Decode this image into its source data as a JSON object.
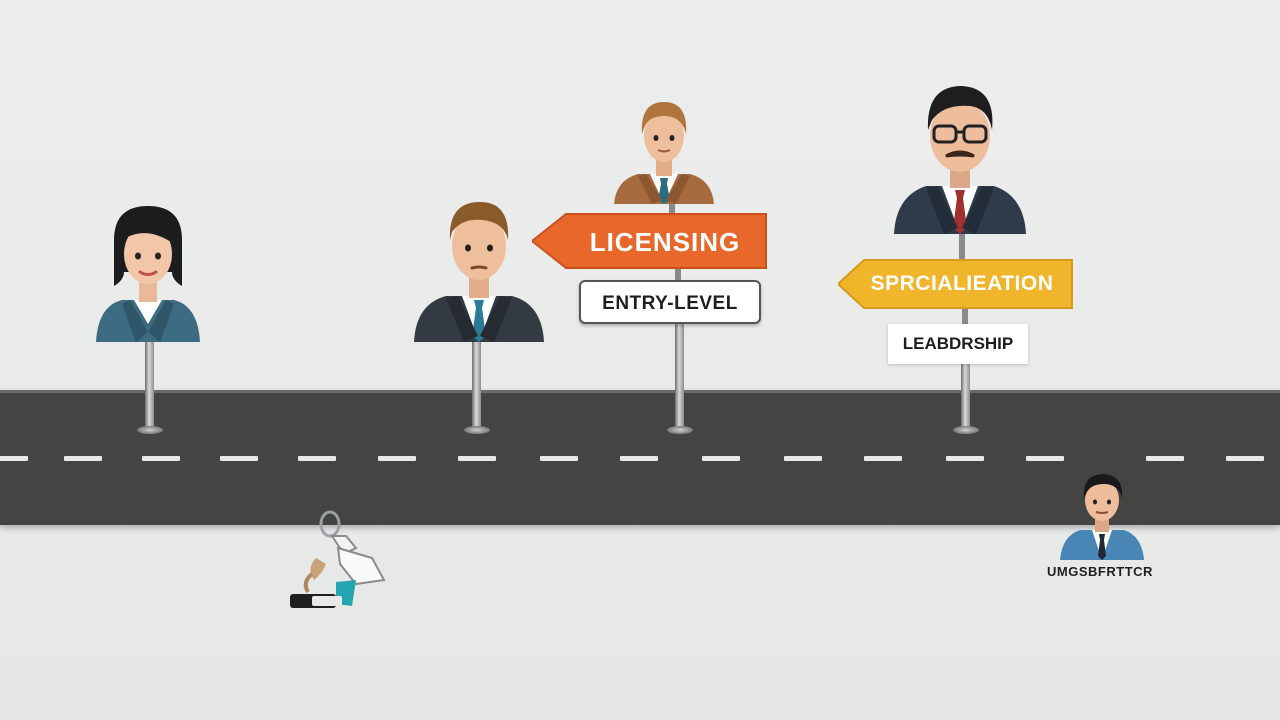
{
  "signs": {
    "licensing": "LICENSING",
    "entry_level": "ENTRY-LEVEL",
    "specialization": "SPRCIALIEATION",
    "leadership": "LEABDRSHIP"
  },
  "caption": "UMGSBFRTTCR",
  "colors": {
    "road": "#444443",
    "lane_dash": "#e8e8e8",
    "licensing_sign": "#e8672a",
    "specialization_sign": "#f1b52c",
    "background": "#eceeed",
    "suit_teal": "#3d6b82",
    "suit_dark": "#333a42",
    "suit_brown": "#a56b3f",
    "suit_navy": "#2f3b4a",
    "suit_blue": "#4a86b5"
  },
  "icons": [
    "person-woman-icon",
    "person-man-icon",
    "person-man-icon",
    "person-man-glasses-icon",
    "person-small-icon",
    "fallen-person-icon"
  ]
}
